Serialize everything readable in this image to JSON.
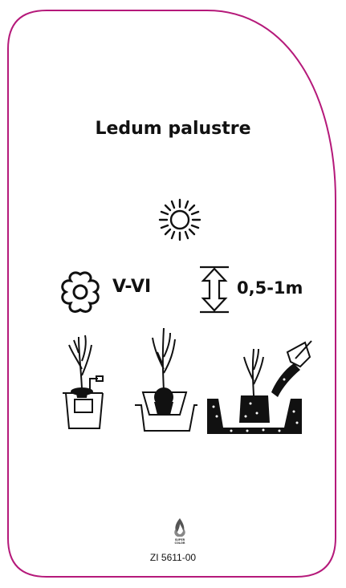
{
  "plant": {
    "name": "Ledum palustre"
  },
  "care": {
    "sun_icon": "full-sun-icon",
    "flower_icon": "flower-icon",
    "bloom_period": "V-VI",
    "height_icon": "height-arrow-icon",
    "height": "0,5-1m"
  },
  "planting_steps": [
    {
      "icon": "water-bucket-icon"
    },
    {
      "icon": "remove-pot-icon"
    },
    {
      "icon": "plant-and-fill-soil-icon"
    }
  ],
  "brand": {
    "logo_lettering": "SUPER COLOR",
    "code": "ZI 5611-00"
  },
  "colors": {
    "border": "#b5197a",
    "ink": "#111111"
  }
}
